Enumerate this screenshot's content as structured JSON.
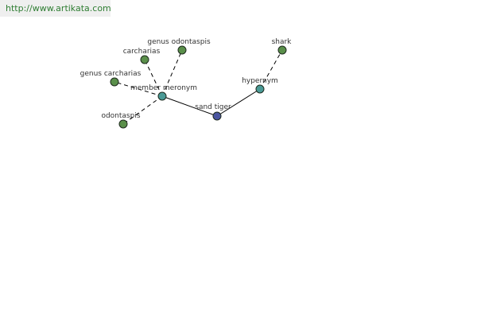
{
  "header": {
    "url": "http://www.artikata.com"
  },
  "colors": {
    "leaf_node": "#5a8f4a",
    "relation_node": "#4a9a96",
    "center_node": "#4a55a0",
    "edge": "#000000",
    "url_text": "#2e7d32"
  },
  "graph": {
    "nodes": [
      {
        "id": "sand-tiger",
        "label": "sand tiger",
        "kind": "center"
      },
      {
        "id": "member-meronym",
        "label": "member meronym",
        "kind": "relation"
      },
      {
        "id": "hypernym",
        "label": "hypernym",
        "kind": "relation"
      },
      {
        "id": "genus-odontaspis",
        "label": "genus odontaspis",
        "kind": "leaf"
      },
      {
        "id": "carcharias",
        "label": "carcharias",
        "kind": "leaf"
      },
      {
        "id": "genus-carcharias",
        "label": "genus carcharias",
        "kind": "leaf"
      },
      {
        "id": "odontaspis",
        "label": "odontaspis",
        "kind": "leaf"
      },
      {
        "id": "shark",
        "label": "shark",
        "kind": "leaf"
      }
    ],
    "edges": [
      {
        "from": "sand-tiger",
        "to": "member-meronym",
        "style": "solid"
      },
      {
        "from": "sand-tiger",
        "to": "hypernym",
        "style": "solid"
      },
      {
        "from": "member-meronym",
        "to": "genus-odontaspis",
        "style": "dashed"
      },
      {
        "from": "member-meronym",
        "to": "carcharias",
        "style": "dashed"
      },
      {
        "from": "member-meronym",
        "to": "genus-carcharias",
        "style": "dashed"
      },
      {
        "from": "member-meronym",
        "to": "odontaspis",
        "style": "dashed"
      },
      {
        "from": "hypernym",
        "to": "shark",
        "style": "dashed"
      }
    ]
  }
}
